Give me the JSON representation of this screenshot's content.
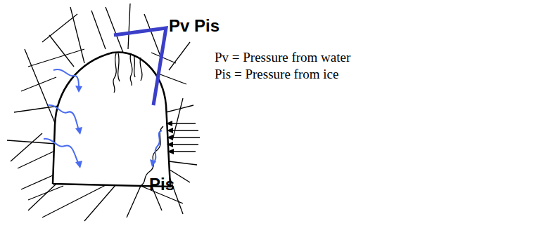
{
  "diagram": {
    "labels": [
      "Pv Pis",
      "Pis",
      "Pv = Pressure from water",
      "Pis = Pressure from ice"
    ]
  }
}
